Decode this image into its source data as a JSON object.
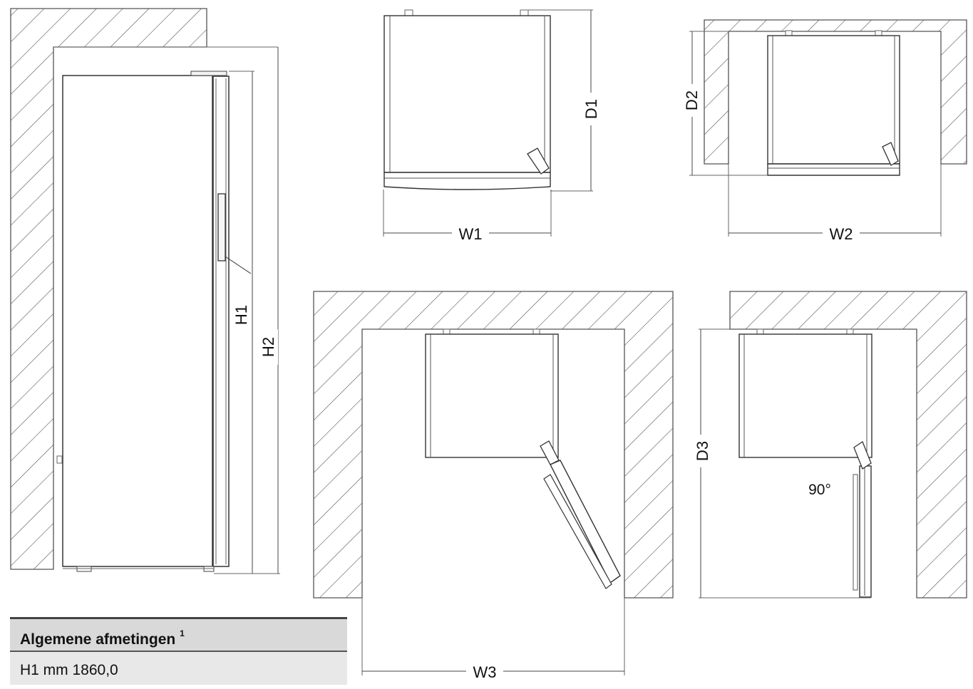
{
  "labels": {
    "h1": "H1",
    "h2": "H2",
    "d1": "D1",
    "d2": "D2",
    "d3": "D3",
    "w1": "W1",
    "w2": "W2",
    "w3": "W3",
    "angle": "90°"
  },
  "table": {
    "title": "Algemene afmetingen",
    "footnote_mark": "1",
    "row1": "H1 mm 1860,0"
  }
}
